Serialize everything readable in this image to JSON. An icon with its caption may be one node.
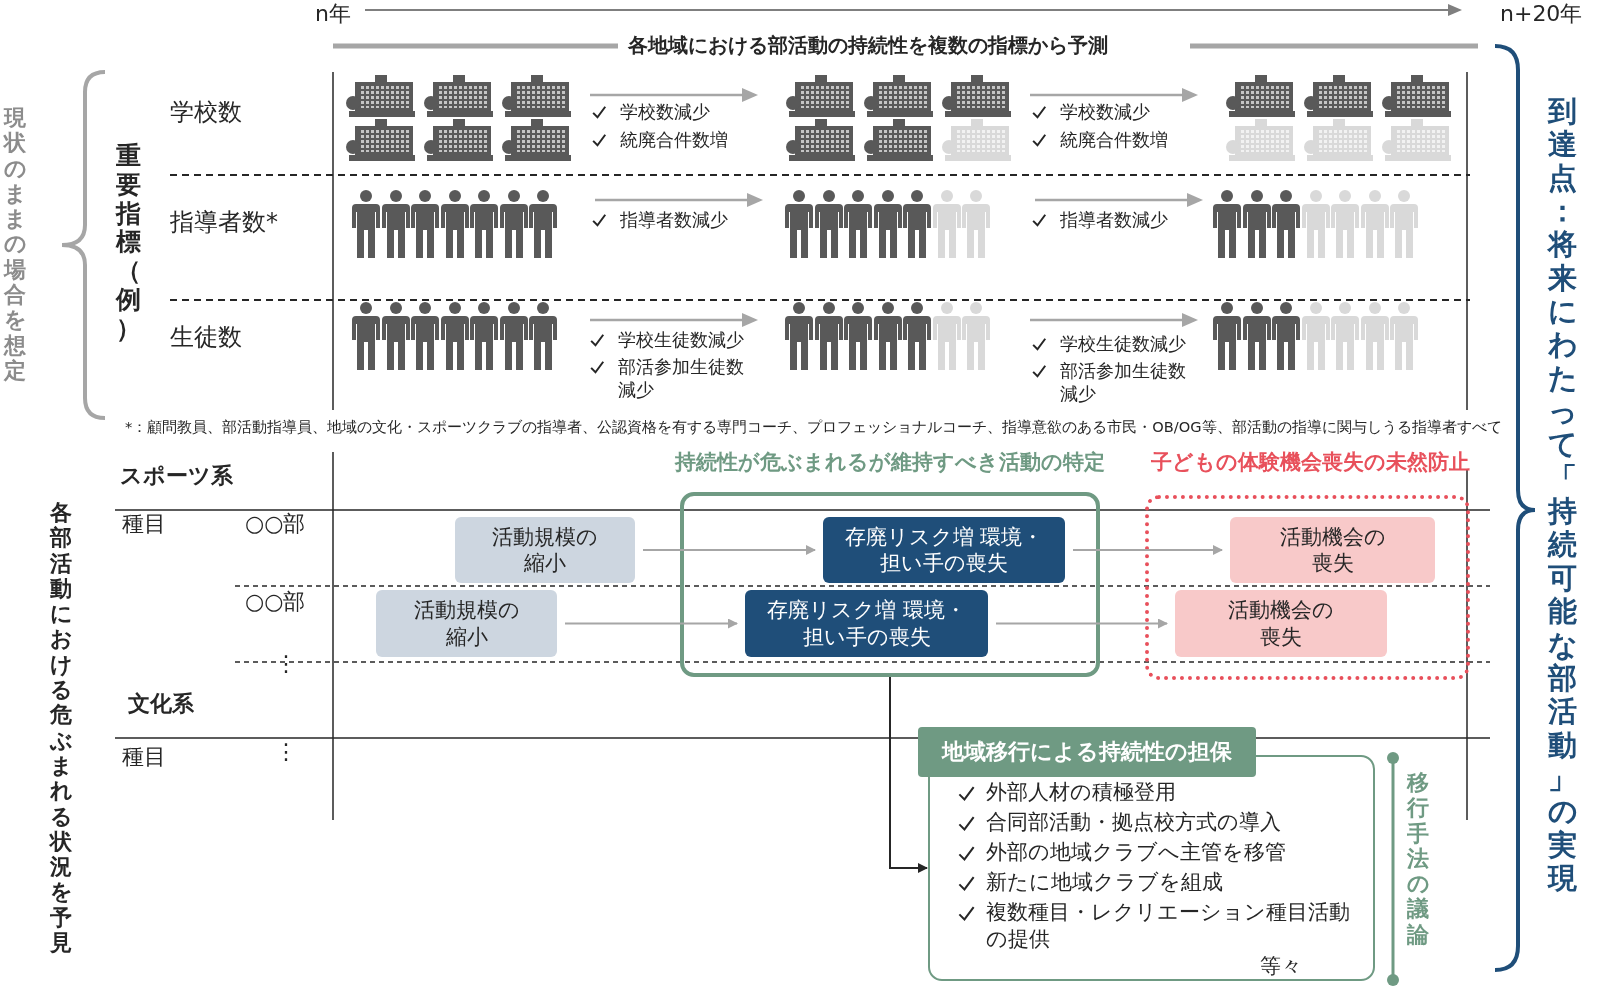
{
  "diagram": {
    "nodes": [
      {
        "text": [
          "持続性が危ぶまれるが維持すべき活動の特定"
        ]
      },
      {
        "text": [
          "子どもの体験機会喪失の未然防止"
        ]
      },
      {
        "text": [
          "活動規模の縮小"
        ]
      },
      {
        "text": [
          "存廃リスク増 環境・担い手の喪失"
        ],
        "in": 0
      },
      {
        "text": [
          "活動機会の喪失"
        ],
        "in": 1
      },
      {
        "text": [
          "活動規模の縮小"
        ]
      },
      {
        "text": [
          "存廃リスク増 環境・担い手の喪失"
        ],
        "in": 0
      },
      {
        "text": [
          "活動機会の喪失"
        ],
        "in": 1
      },
      {
        "text": [
          "地域移行による持続性の担保",
          "外部人材の積極登用",
          "合同部活動・拠点校方式の導入",
          "外部の地域クラブへ主管を移管",
          "新たに地域クラブを組成",
          "複数種目・レクリエーション種目活動の提供",
          "等々"
        ]
      }
    ],
    "edges": [
      {
        "from": 2,
        "to": 3,
        "arrow": "to"
      },
      {
        "from": 3,
        "to": 4,
        "arrow": "to"
      },
      {
        "from": 5,
        "to": 6,
        "arrow": "to"
      },
      {
        "from": 6,
        "to": 7,
        "arrow": "to"
      },
      {
        "from": 0,
        "to": 8,
        "arrow": "to",
        "color": "#262626"
      }
    ],
    "labels": [
      "n年",
      "n+20年",
      "各地域における部活動の持続性を複数の指標から予測",
      "現状のままの場合を想定",
      "重要指標（例）",
      "学校数",
      "学校数減少",
      "統廃合件数増",
      "学校数減少",
      "統廃合件数増",
      "指導者数*",
      "指導者数減少",
      "指導者数減少",
      "生徒数",
      "学校生徒数減少",
      "部活参加生徒数減少",
      "学校生徒数減少",
      "部活参加生徒数減少",
      "*：顧問教員、部活動指導員、地域の文化・スポーツクラブの指導者、公認資格を有する専門コーチ、プロフェッショナルコーチ、指導意欲のある市民・OB/OG等、部活動の指導に関与しうる指導者すべて",
      "到達点：将来にわたって「持続可能な部活動」の実現",
      "各部活動における危ぶまれる状況を予見",
      "スポーツ系",
      "種目",
      "○○部",
      "○○部",
      "⋮",
      "文化系",
      "種目",
      "⋮",
      "移行手法の議論"
    ]
  }
}
